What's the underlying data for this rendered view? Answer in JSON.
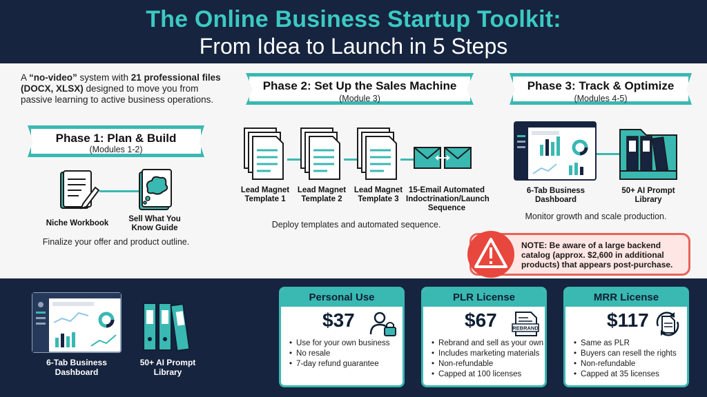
{
  "header": {
    "title_line1": "The Online Business Startup Toolkit:",
    "title_line2": "From Idea to Launch in 5 Steps"
  },
  "intro": {
    "prefix": "A ",
    "quote": "“no-video”",
    "mid": " system with ",
    "highlight": "21 professional files (DOCX, XLSX)",
    "suffix": " designed to move you from passive learning to active business operations."
  },
  "phase1": {
    "title": "Phase 1: Plan & Build",
    "modules": "(Modules 1-2)",
    "items": [
      "Niche Workbook",
      "Sell What You Know Guide"
    ],
    "caption": "Finalize your offer and product outline."
  },
  "phase2": {
    "title": "Phase 2: Set Up the Sales Machine",
    "modules": "(Module 3)",
    "items": [
      "Lead Magnet Template 1",
      "Lead Magnet Template 2",
      "Lead Magnet Template 3",
      "15-Email Automated Indoctrination/Launch Sequence"
    ],
    "caption": "Deploy templates and automated sequence."
  },
  "phase3": {
    "title": "Phase 3: Track & Optimize",
    "modules": "(Modules 4-5)",
    "items": [
      "6-Tab Business Dashboard",
      "50+ AI Prompt Library"
    ],
    "caption": "Monitor growth and scale production."
  },
  "note": {
    "text": "NOTE: Be aware of a large backend catalog (approx. $2,600 in additional products) that appears post-purchase."
  },
  "bottom_items": [
    "6-Tab Business Dashboard",
    "50+ AI Prompt Library"
  ],
  "pricing": [
    {
      "name": "Personal Use",
      "price": "$37",
      "icon": "user-lock-icon",
      "features": [
        "Use for your own business",
        "No resale",
        "7-day refund guarantee"
      ]
    },
    {
      "name": "PLR License",
      "price": "$67",
      "icon": "rebrand-icon",
      "icon_text": "REBRAND",
      "features": [
        "Rebrand and sell as your own",
        "Includes marketing materials",
        "Non-refundable",
        "Capped at 100 licenses"
      ]
    },
    {
      "name": "MRR License",
      "price": "$117",
      "icon": "document-refresh-icon",
      "features": [
        "Same as PLR",
        "Buyers can resell the rights",
        "Non-refundable",
        "Capped at 35 licenses"
      ]
    }
  ],
  "colors": {
    "navy": "#16243f",
    "teal": "#3ab8b2",
    "title_teal": "#3cc9c3",
    "warning": "#e8473d"
  }
}
